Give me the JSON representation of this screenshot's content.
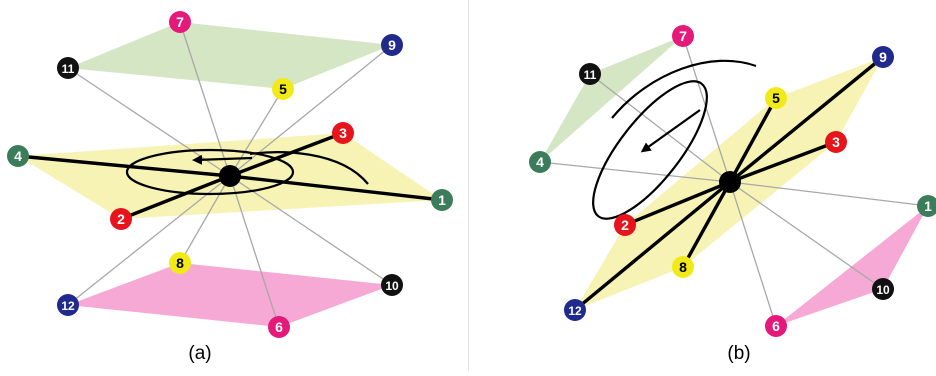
{
  "panels": [
    {
      "caption": "(a)",
      "nodes": [
        {
          "label": "1",
          "color": "#3b7d5a",
          "text": "#ffffff"
        },
        {
          "label": "2",
          "color": "#e8141c",
          "text": "#ffffff"
        },
        {
          "label": "3",
          "color": "#e8141c",
          "text": "#ffffff"
        },
        {
          "label": "4",
          "color": "#3b7d5a",
          "text": "#ffffff"
        },
        {
          "label": "5",
          "color": "#f2ea18",
          "text": "#000000"
        },
        {
          "label": "6",
          "color": "#e4197a",
          "text": "#ffffff"
        },
        {
          "label": "7",
          "color": "#e4197a",
          "text": "#ffffff"
        },
        {
          "label": "8",
          "color": "#f2ea18",
          "text": "#000000"
        },
        {
          "label": "9",
          "color": "#1f2a8c",
          "text": "#ffffff"
        },
        {
          "label": "10",
          "color": "#111111",
          "text": "#ffffff"
        },
        {
          "label": "11",
          "color": "#111111",
          "text": "#ffffff"
        },
        {
          "label": "12",
          "color": "#1f2a8c",
          "text": "#ffffff"
        }
      ]
    },
    {
      "caption": "(b)",
      "nodes": [
        {
          "label": "1",
          "color": "#3b7d5a",
          "text": "#ffffff"
        },
        {
          "label": "2",
          "color": "#e8141c",
          "text": "#ffffff"
        },
        {
          "label": "3",
          "color": "#e8141c",
          "text": "#ffffff"
        },
        {
          "label": "4",
          "color": "#3b7d5a",
          "text": "#ffffff"
        },
        {
          "label": "5",
          "color": "#f2ea18",
          "text": "#000000"
        },
        {
          "label": "6",
          "color": "#e4197a",
          "text": "#ffffff"
        },
        {
          "label": "7",
          "color": "#e4197a",
          "text": "#ffffff"
        },
        {
          "label": "8",
          "color": "#f2ea18",
          "text": "#000000"
        },
        {
          "label": "9",
          "color": "#1f2a8c",
          "text": "#ffffff"
        },
        {
          "label": "10",
          "color": "#111111",
          "text": "#ffffff"
        },
        {
          "label": "11",
          "color": "#111111",
          "text": "#ffffff"
        },
        {
          "label": "12",
          "color": "#1f2a8c",
          "text": "#ffffff"
        }
      ]
    }
  ],
  "colors": {
    "green_plane": "#d4e6c3",
    "yellow_plane": "#f7f3b5",
    "pink_plane": "#f5a9d4",
    "thin_edge": "#a8a8a8",
    "bold_edge": "#000000"
  }
}
